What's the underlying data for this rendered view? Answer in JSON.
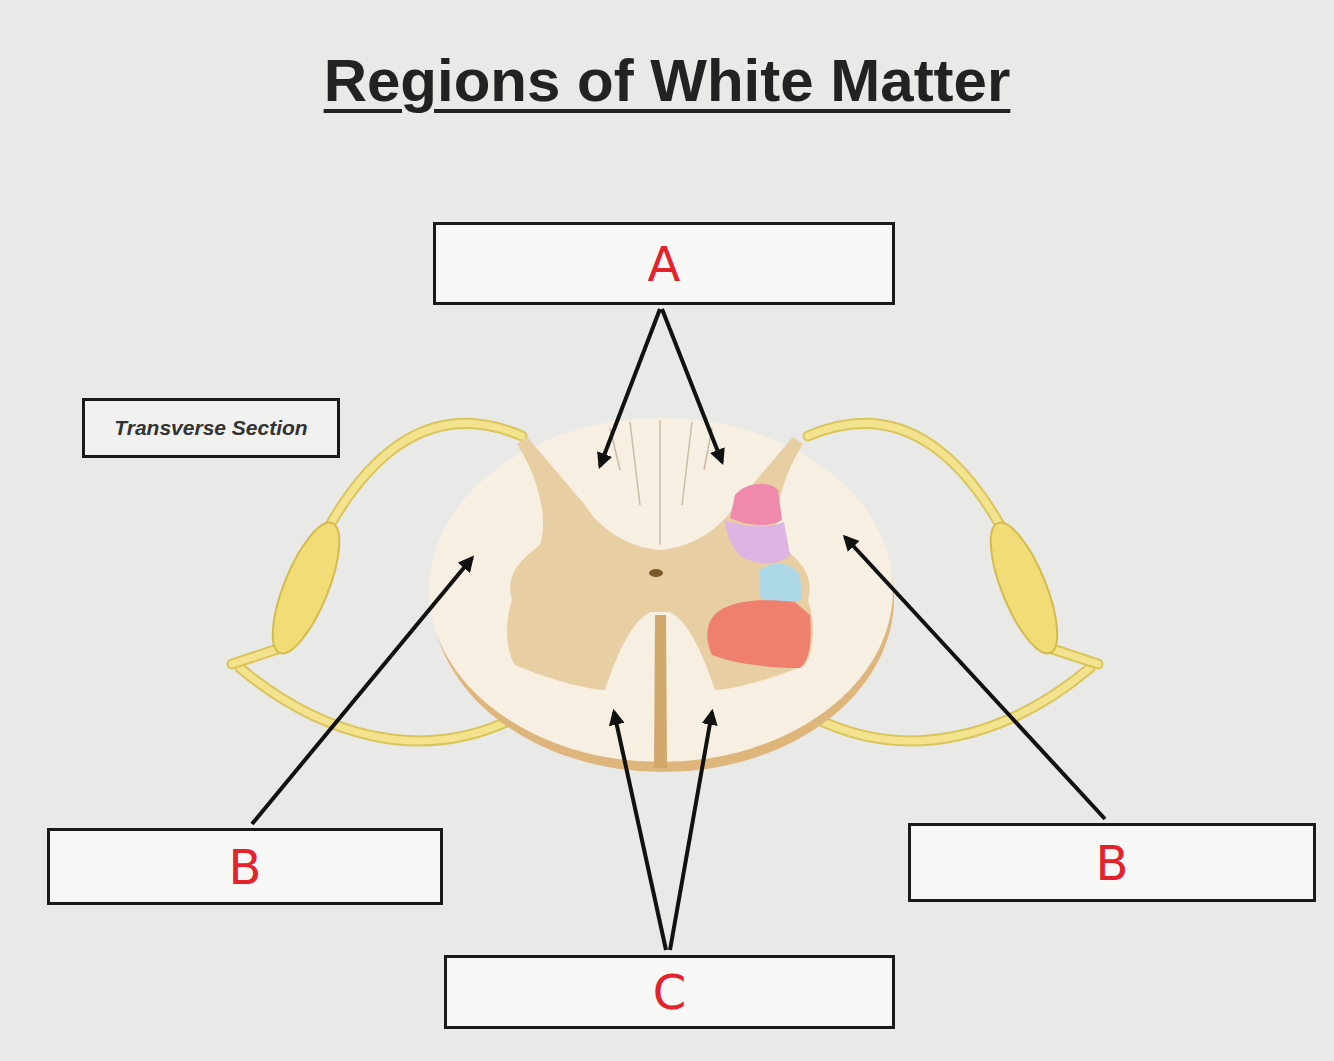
{
  "diagram": {
    "title": "Regions of White Matter",
    "nodes": [
      {
        "text": [
          "A"
        ]
      },
      {
        "text": [
          "Transverse Section"
        ]
      },
      {
        "text": [
          "B"
        ]
      },
      {
        "text": [
          "B"
        ]
      },
      {
        "text": [
          "C"
        ]
      }
    ]
  }
}
